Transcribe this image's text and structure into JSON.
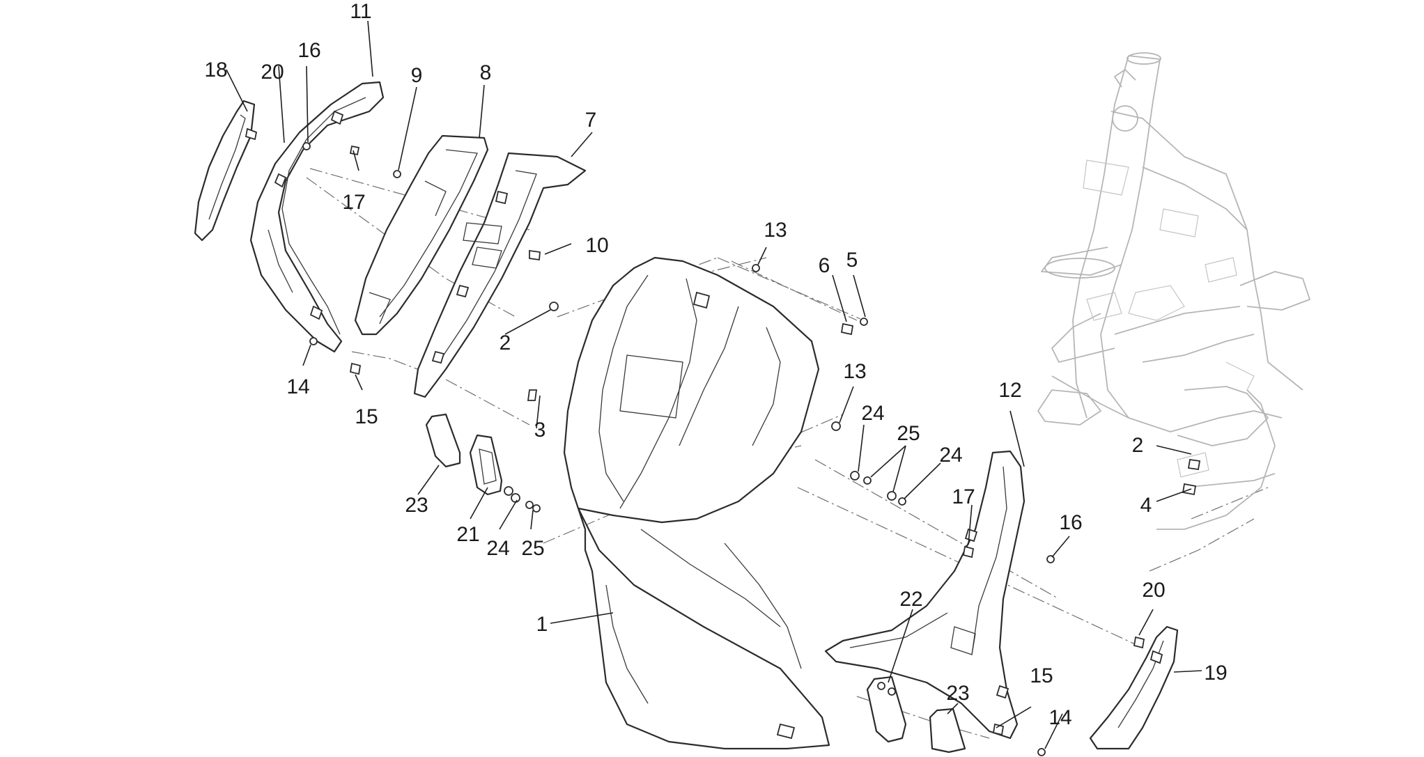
{
  "callouts": [
    {
      "id": "c1",
      "text": "1"
    },
    {
      "id": "c2a",
      "text": "2"
    },
    {
      "id": "c2b",
      "text": "2"
    },
    {
      "id": "c3",
      "text": "3"
    },
    {
      "id": "c4",
      "text": "4"
    },
    {
      "id": "c5",
      "text": "5"
    },
    {
      "id": "c6",
      "text": "6"
    },
    {
      "id": "c7",
      "text": "7"
    },
    {
      "id": "c8",
      "text": "8"
    },
    {
      "id": "c9",
      "text": "9"
    },
    {
      "id": "c10",
      "text": "10"
    },
    {
      "id": "c11",
      "text": "11"
    },
    {
      "id": "c12",
      "text": "12"
    },
    {
      "id": "c13a",
      "text": "13"
    },
    {
      "id": "c13b",
      "text": "13"
    },
    {
      "id": "c14a",
      "text": "14"
    },
    {
      "id": "c14b",
      "text": "14"
    },
    {
      "id": "c15a",
      "text": "15"
    },
    {
      "id": "c15b",
      "text": "15"
    },
    {
      "id": "c16a",
      "text": "16"
    },
    {
      "id": "c16b",
      "text": "16"
    },
    {
      "id": "c17a",
      "text": "17"
    },
    {
      "id": "c17b",
      "text": "17"
    },
    {
      "id": "c18",
      "text": "18"
    },
    {
      "id": "c19",
      "text": "19"
    },
    {
      "id": "c20a",
      "text": "20"
    },
    {
      "id": "c20b",
      "text": "20"
    },
    {
      "id": "c21",
      "text": "21"
    },
    {
      "id": "c22",
      "text": "22"
    },
    {
      "id": "c23a",
      "text": "23"
    },
    {
      "id": "c23b",
      "text": "23"
    },
    {
      "id": "c24a",
      "text": "24"
    },
    {
      "id": "c24b",
      "text": "24"
    },
    {
      "id": "c24c",
      "text": "24"
    },
    {
      "id": "c25a",
      "text": "25"
    },
    {
      "id": "c25b",
      "text": "25"
    }
  ]
}
